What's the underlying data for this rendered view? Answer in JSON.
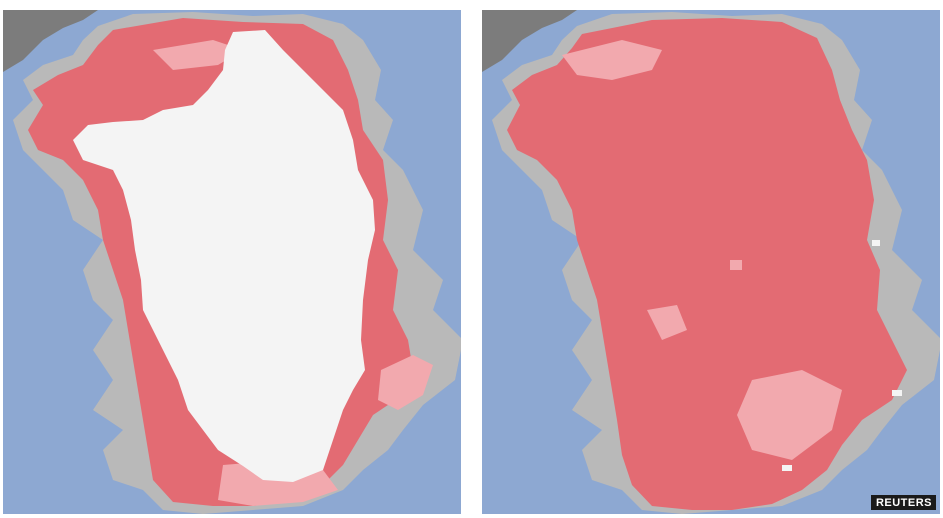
{
  "colors": {
    "ocean": "#8da8d2",
    "land": "#b9b9b9",
    "canada_land": "#7c7c7c",
    "melt": "#e36b73",
    "probable_melt": "#f2a9ae",
    "no_melt": "#f4f4f4"
  },
  "maps": [
    {
      "name": "greenland-melt-map-before"
    },
    {
      "name": "greenland-melt-map-after"
    }
  ],
  "credit": {
    "text": "REUTERS"
  }
}
